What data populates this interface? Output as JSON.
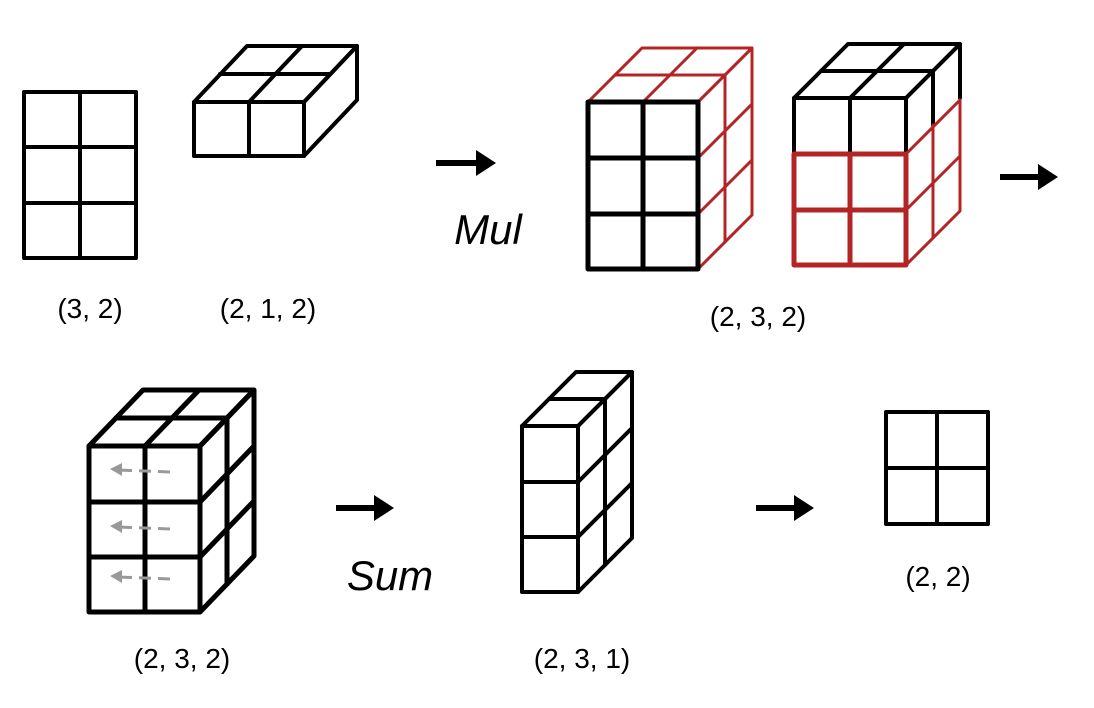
{
  "top_row": {
    "matrix_a": {
      "shape_label": "(3, 2)"
    },
    "tensor_b": {
      "shape_label": "(2, 1, 2)"
    },
    "operation": "Mul",
    "product": {
      "shape_label": "(2, 3, 2)"
    }
  },
  "bottom_row": {
    "input": {
      "shape_label": "(2, 3, 2)"
    },
    "operation": "Sum",
    "reduced": {
      "shape_label": "(2, 3, 1)"
    },
    "result": {
      "shape_label": "(2, 2)"
    }
  },
  "colors": {
    "outline": "#000000",
    "highlight": "#b42424",
    "sum_arrow": "#999999"
  }
}
